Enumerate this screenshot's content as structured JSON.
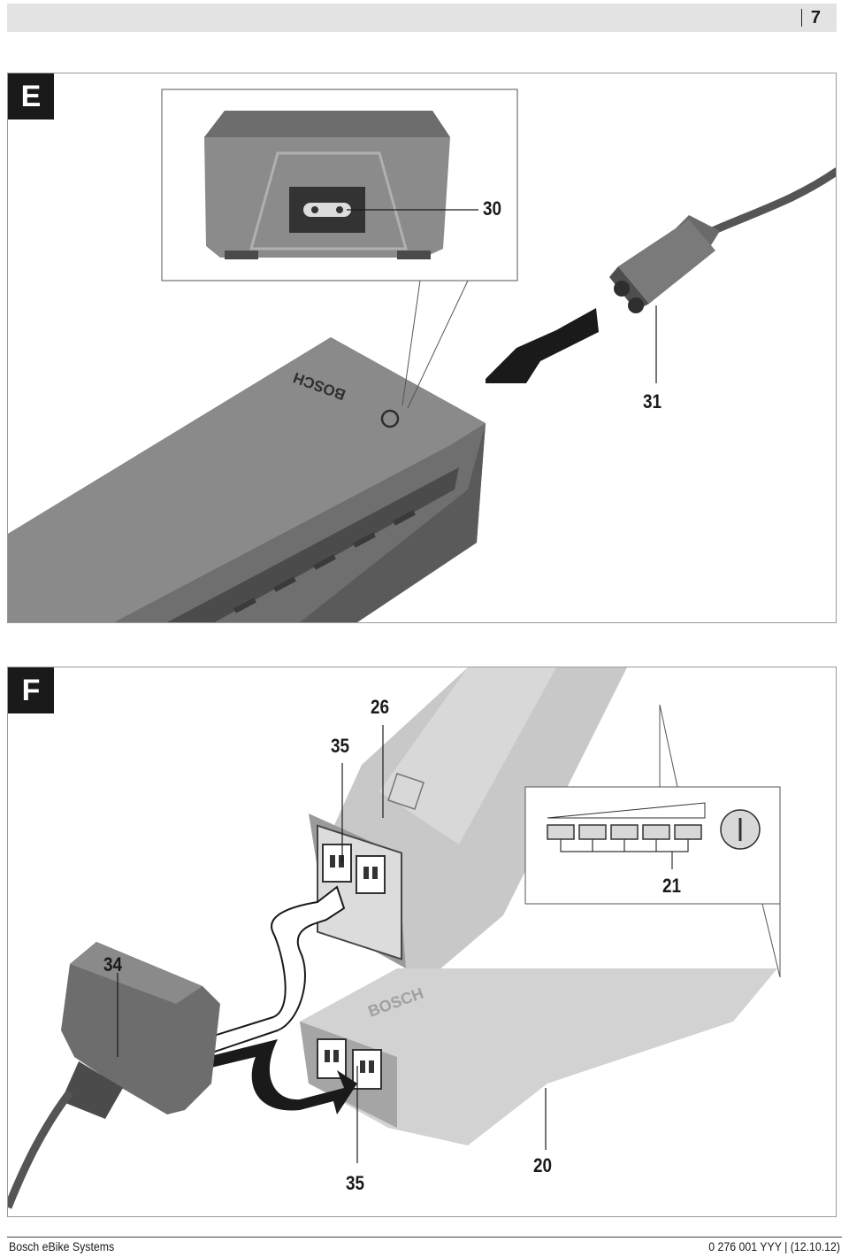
{
  "header": {
    "page_number": "7"
  },
  "figure_e": {
    "tag": "E",
    "callouts": {
      "charger_socket": "30",
      "power_cable": "31"
    },
    "brand_text": "BOSCH"
  },
  "figure_f": {
    "tag": "F",
    "callouts": {
      "battery_socket_top": "35",
      "battery_top": "26",
      "charge_plug": "34",
      "battery_socket_bottom": "35",
      "battery_bottom": "20",
      "charge_indicator": "21"
    },
    "brand_text": "BOSCH"
  },
  "footer": {
    "left": "Bosch eBike Systems",
    "right": "0 276 001 YYY | (12.10.12)"
  }
}
